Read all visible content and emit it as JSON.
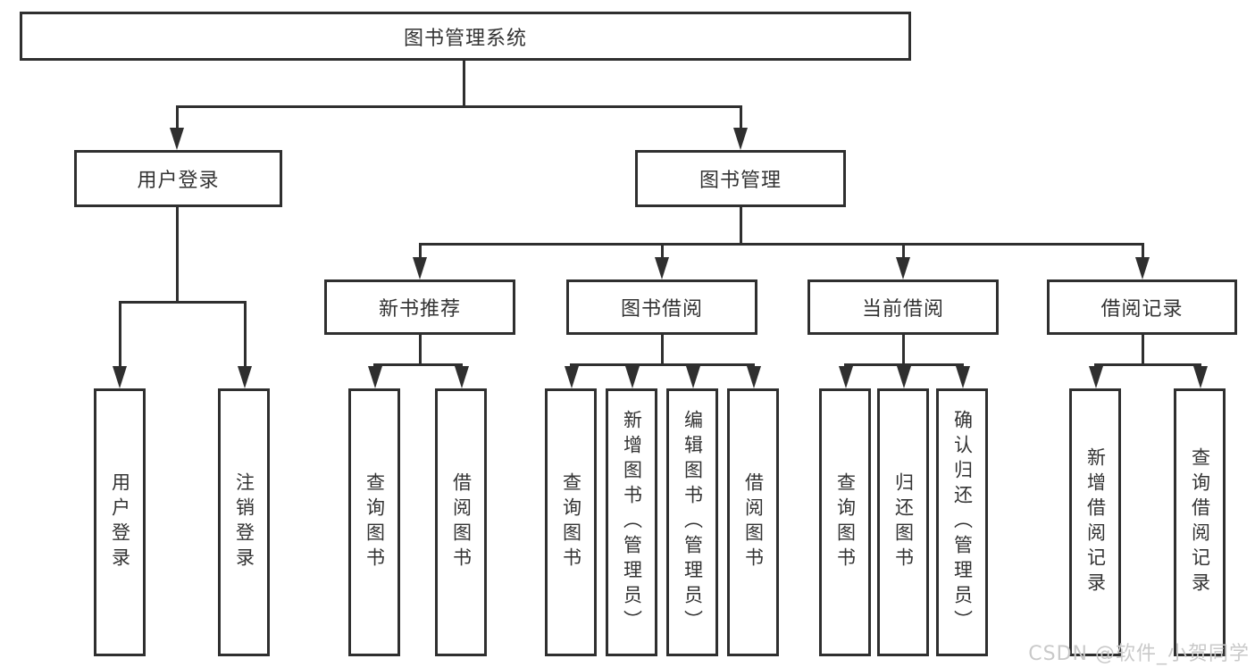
{
  "tree": {
    "label": "图书管理系统",
    "children": [
      {
        "label": "用户登录",
        "children": [
          {
            "label": "用户登录"
          },
          {
            "label": "注销登录"
          }
        ]
      },
      {
        "label": "图书管理",
        "children": [
          {
            "label": "新书推荐",
            "children": [
              {
                "label": "查询图书"
              },
              {
                "label": "借阅图书"
              }
            ]
          },
          {
            "label": "图书借阅",
            "children": [
              {
                "label": "查询图书"
              },
              {
                "label": "新增图书（管理员）"
              },
              {
                "label": "编辑图书（管理员）"
              },
              {
                "label": "借阅图书"
              }
            ]
          },
          {
            "label": "当前借阅",
            "children": [
              {
                "label": "查询图书"
              },
              {
                "label": "归还图书"
              },
              {
                "label": "确认归还（管理员）"
              }
            ]
          },
          {
            "label": "借阅记录",
            "children": [
              {
                "label": "新增借阅记录"
              },
              {
                "label": "查询借阅记录"
              }
            ]
          }
        ]
      }
    ]
  },
  "watermark": {
    "text": "CSDN @软件_小贺同学"
  },
  "colors": {
    "line": "#2f2f2f",
    "text": "#333333",
    "background": "#ffffff",
    "watermark": "#c9c9c9"
  }
}
